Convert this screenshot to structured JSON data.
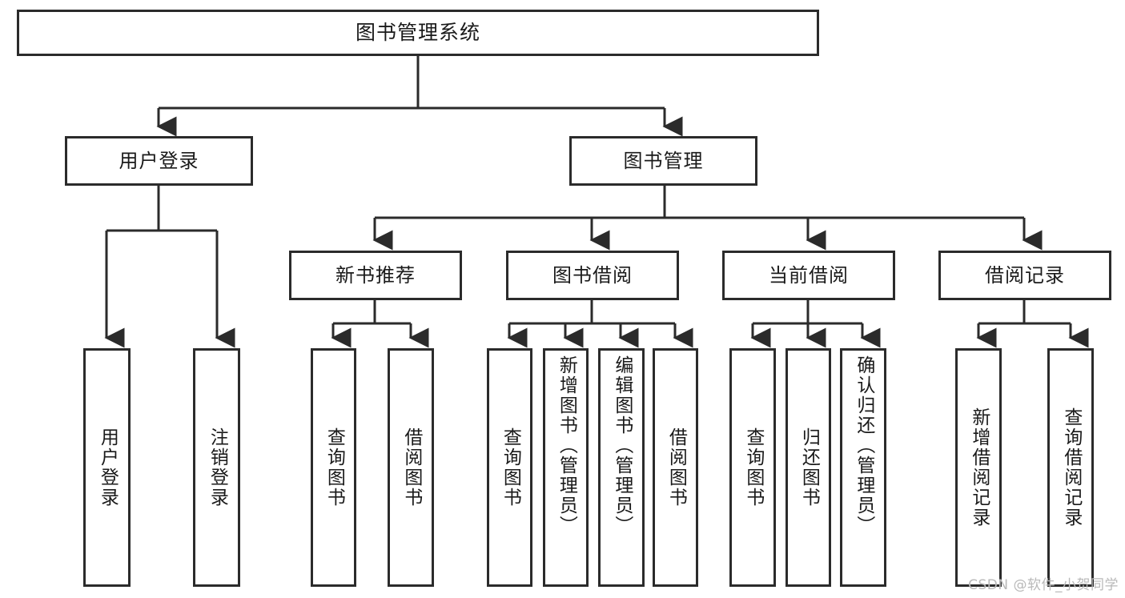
{
  "diagram": {
    "title": "图书管理系统",
    "type": "tree-hierarchy",
    "watermark": "CSDN @软件_小贺同学",
    "colors": {
      "border": "#2b2b2b",
      "background": "#ffffff",
      "text": "#1a1a1a",
      "watermark": "#b9b9b9"
    },
    "root": {
      "label": "图书管理系统"
    },
    "level2": [
      {
        "label": "用户登录"
      },
      {
        "label": "图书管理"
      }
    ],
    "level3": [
      {
        "label": "新书推荐"
      },
      {
        "label": "图书借阅"
      },
      {
        "label": "当前借阅"
      },
      {
        "label": "借阅记录"
      }
    ],
    "leaves": {
      "user_login": [
        {
          "label": "用户登录"
        },
        {
          "label": "注销登录"
        }
      ],
      "new_book_recommend": [
        {
          "label": "查询图书"
        },
        {
          "label": "借阅图书"
        }
      ],
      "book_borrow": [
        {
          "label": "查询图书"
        },
        {
          "label": "新增图书（管理员）"
        },
        {
          "label": "编辑图书（管理员）"
        },
        {
          "label": "借阅图书"
        }
      ],
      "current_borrow": [
        {
          "label": "查询图书"
        },
        {
          "label": "归还图书"
        },
        {
          "label": "确认归还（管理员）"
        }
      ],
      "borrow_record": [
        {
          "label": "新增借阅记录"
        },
        {
          "label": "查询借阅记录"
        }
      ]
    }
  }
}
